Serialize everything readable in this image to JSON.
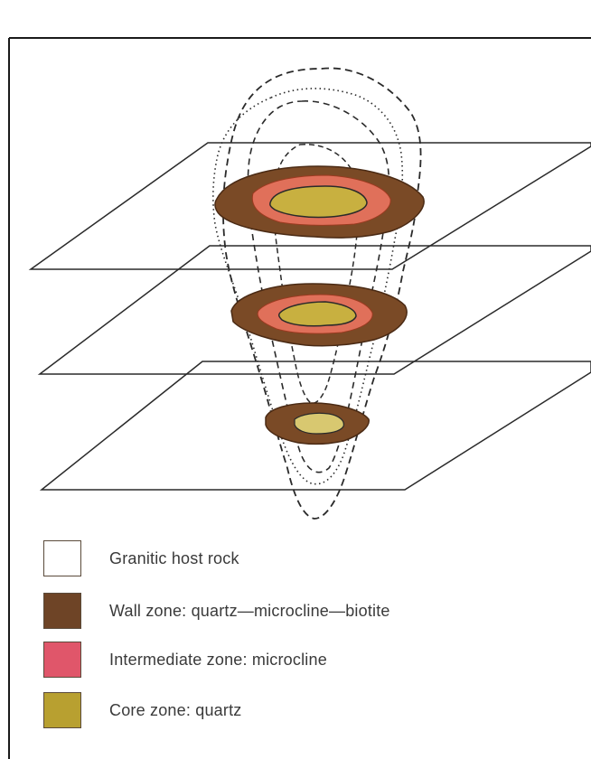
{
  "colors": {
    "frame": "#1a1a1a",
    "plane": "#2a2a2a",
    "contour": "#2a2a2a",
    "wall": "#7a4a26",
    "wall_edge": "#4a2a14",
    "intermediate": "#e0705a",
    "core": "#c8b040",
    "host": "#ffffff"
  },
  "legend": {
    "items": [
      {
        "id": "granitic-host-rock",
        "label": "Granitic host rock",
        "color": "#ffffff"
      },
      {
        "id": "wall-zone",
        "label": "Wall zone: quartz—microcline—biotite",
        "color": "#6e4426"
      },
      {
        "id": "intermediate-zone",
        "label": "Intermediate zone: microcline",
        "color": "#e0566a"
      },
      {
        "id": "core-zone",
        "label": "Core zone: quartz",
        "color": "#b8a030"
      }
    ]
  }
}
